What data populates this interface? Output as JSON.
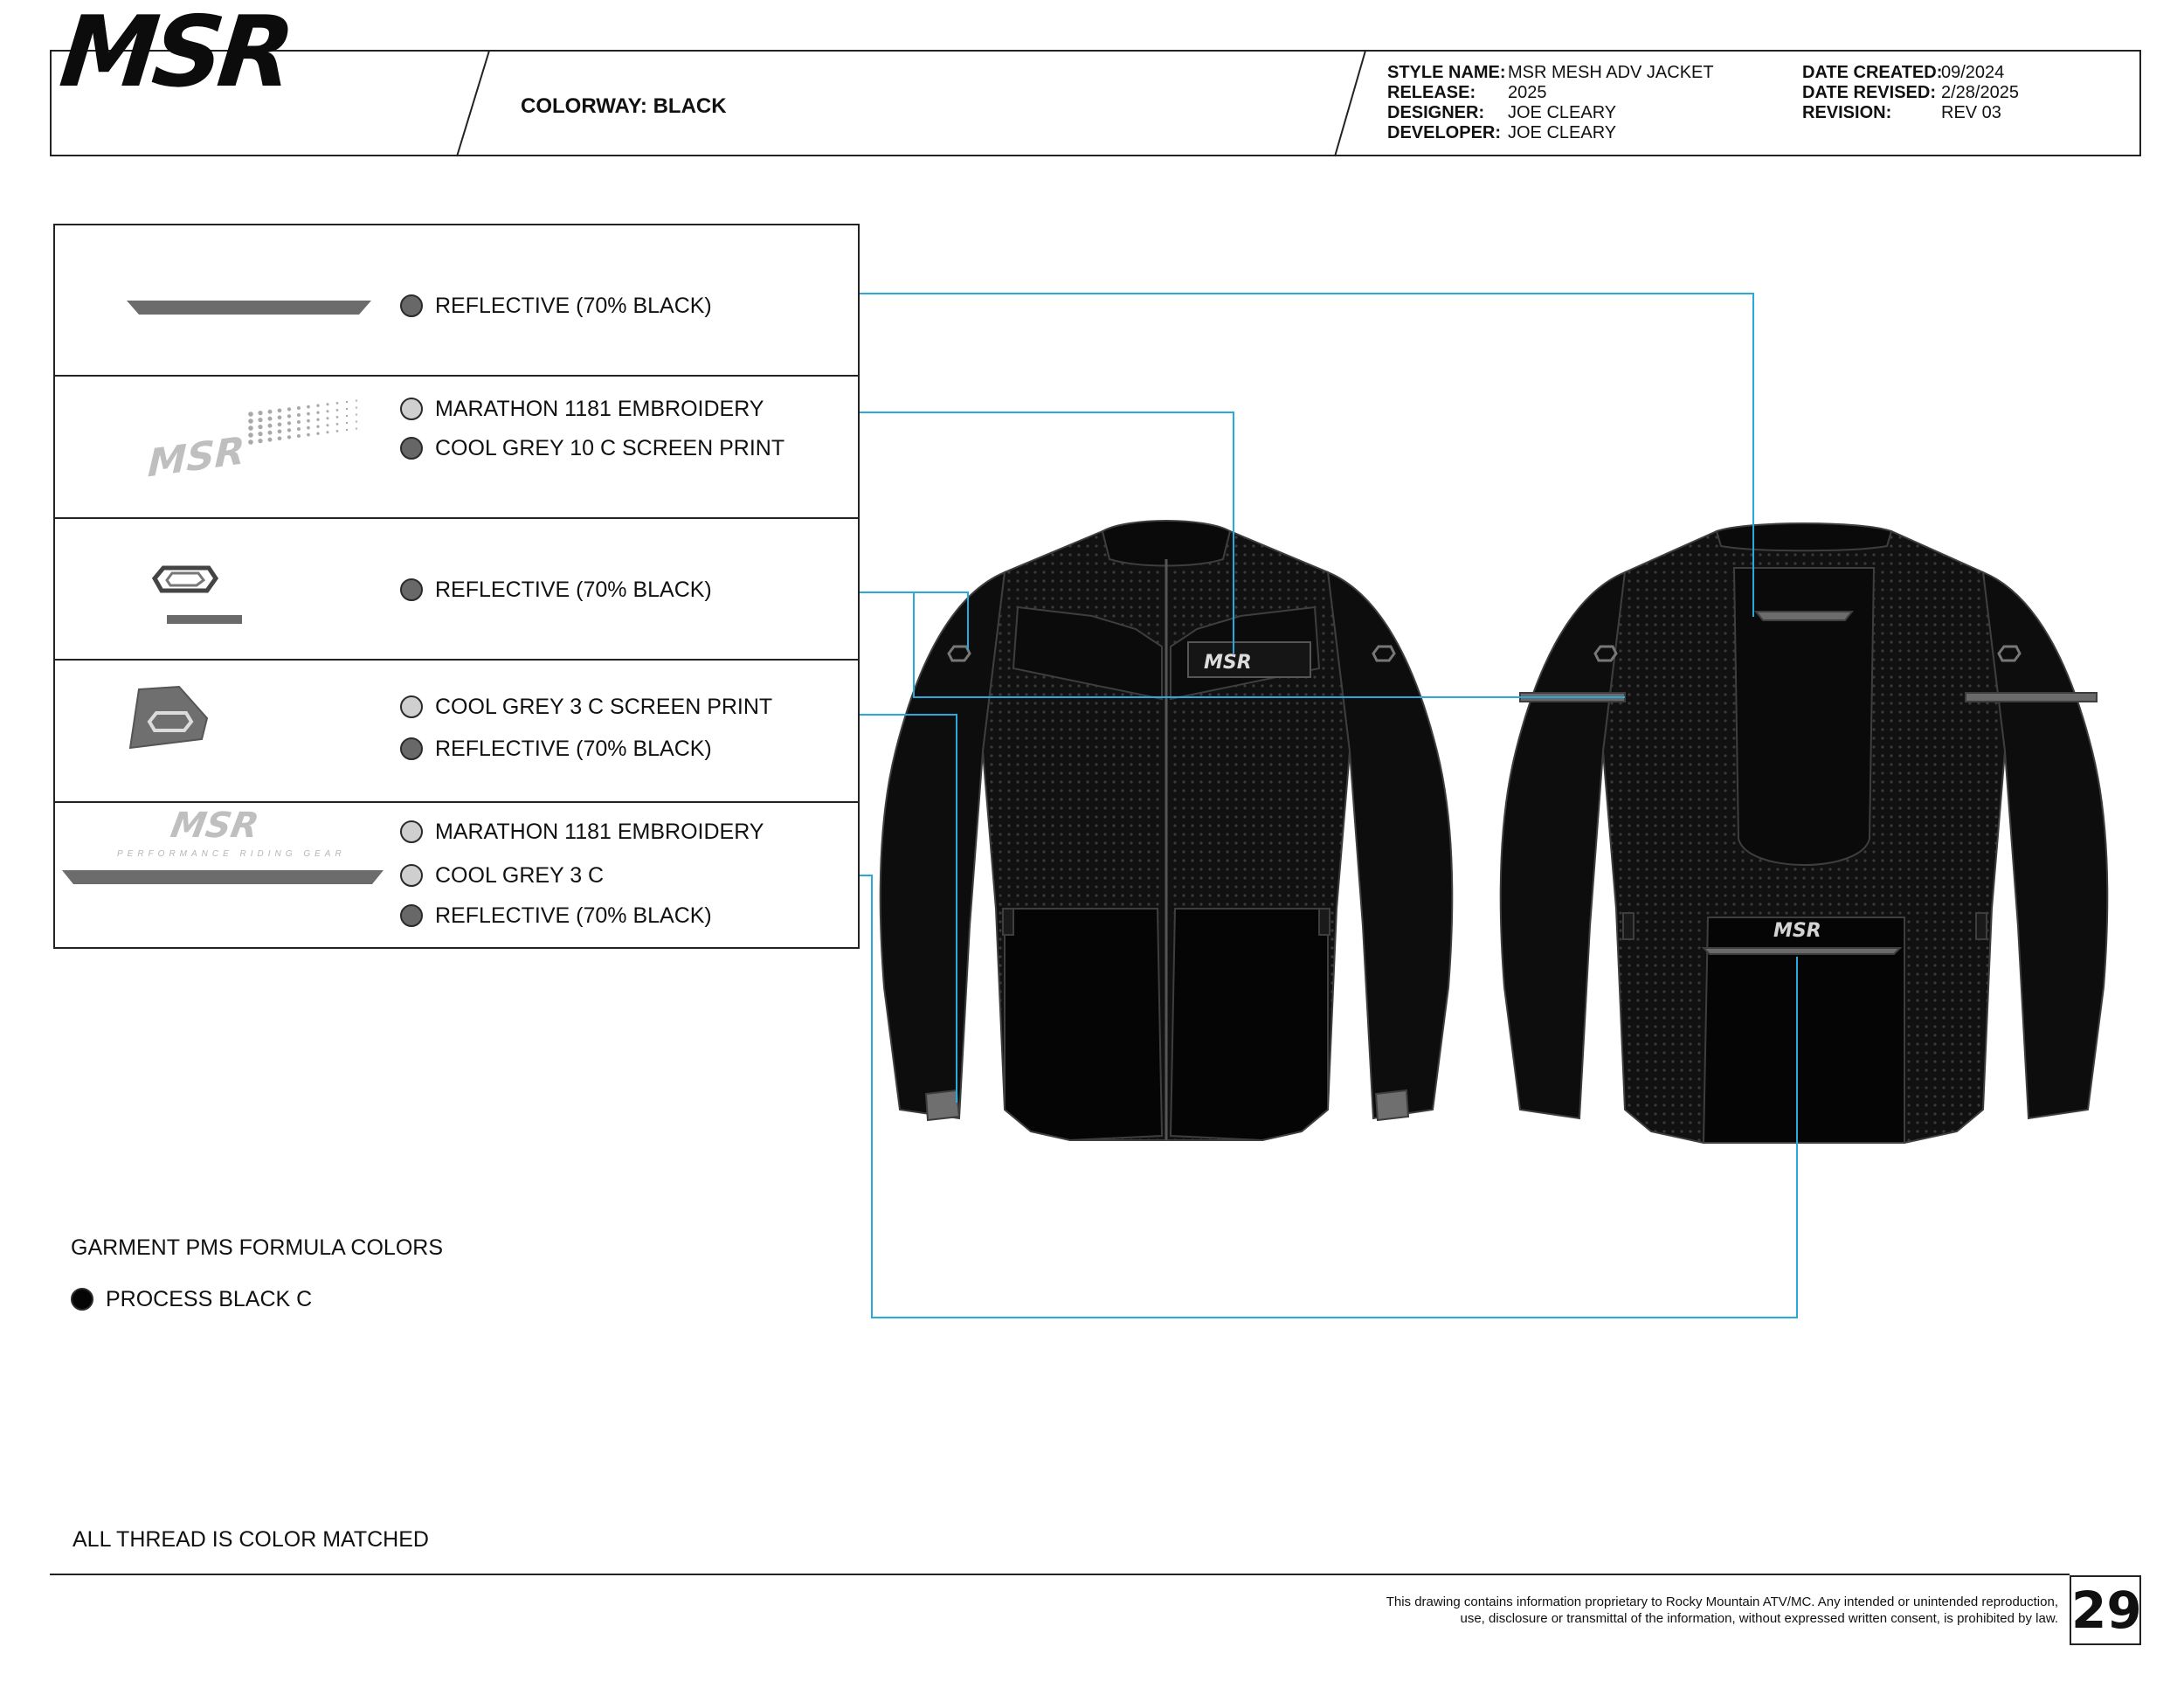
{
  "header": {
    "brand_logo": "MSR",
    "colorway": "COLORWAY: BLACK",
    "meta_left": [
      {
        "label": "STYLE NAME:",
        "value": "MSR MESH ADV JACKET"
      },
      {
        "label": "RELEASE:",
        "value": "2025"
      },
      {
        "label": "DESIGNER:",
        "value": "JOE CLEARY"
      },
      {
        "label": "DEVELOPER:",
        "value": "JOE CLEARY"
      }
    ],
    "meta_right": [
      {
        "label": "DATE CREATED:",
        "value": "09/2024"
      },
      {
        "label": "DATE REVISED:",
        "value": "2/28/2025"
      },
      {
        "label": "REVISION:",
        "value": "REV 03"
      }
    ]
  },
  "swatches": [
    {
      "items": [
        "REFLECTIVE (70% BLACK)"
      ]
    },
    {
      "items": [
        "MARATHON 1181 EMBROIDERY",
        "COOL GREY 10 C SCREEN PRINT"
      ]
    },
    {
      "items": [
        "REFLECTIVE (70% BLACK)"
      ]
    },
    {
      "items": [
        "COOL GREY 3 C SCREEN PRINT",
        "REFLECTIVE (70% BLACK)"
      ]
    },
    {
      "items": [
        "MARATHON 1181 EMBROIDERY",
        "COOL GREY 3 C",
        "REFLECTIVE (70% BLACK)"
      ]
    }
  ],
  "swatch_art": {
    "msr_chest": "MSR",
    "msr_back": "MSR",
    "tagline": "PERFORMANCE RIDING GEAR"
  },
  "garment_colors": {
    "title": "GARMENT PMS FORMULA COLORS",
    "items": [
      "PROCESS BLACK C"
    ]
  },
  "thread_note": "ALL THREAD IS COLOR MATCHED",
  "footer": {
    "disclaimer_line1": "This drawing contains information proprietary to Rocky Mountain ATV/MC. Any intended or unintended reproduction,",
    "disclaimer_line2": "use, disclosure or transmittal of the information, without expressed written consent, is prohibited by law.",
    "page_number": "29"
  },
  "colors": {
    "callout_line": "#29a8dc",
    "reflective": "#686868",
    "embroidery": "#cfcfcf",
    "jacket": "#0a0a0a"
  }
}
